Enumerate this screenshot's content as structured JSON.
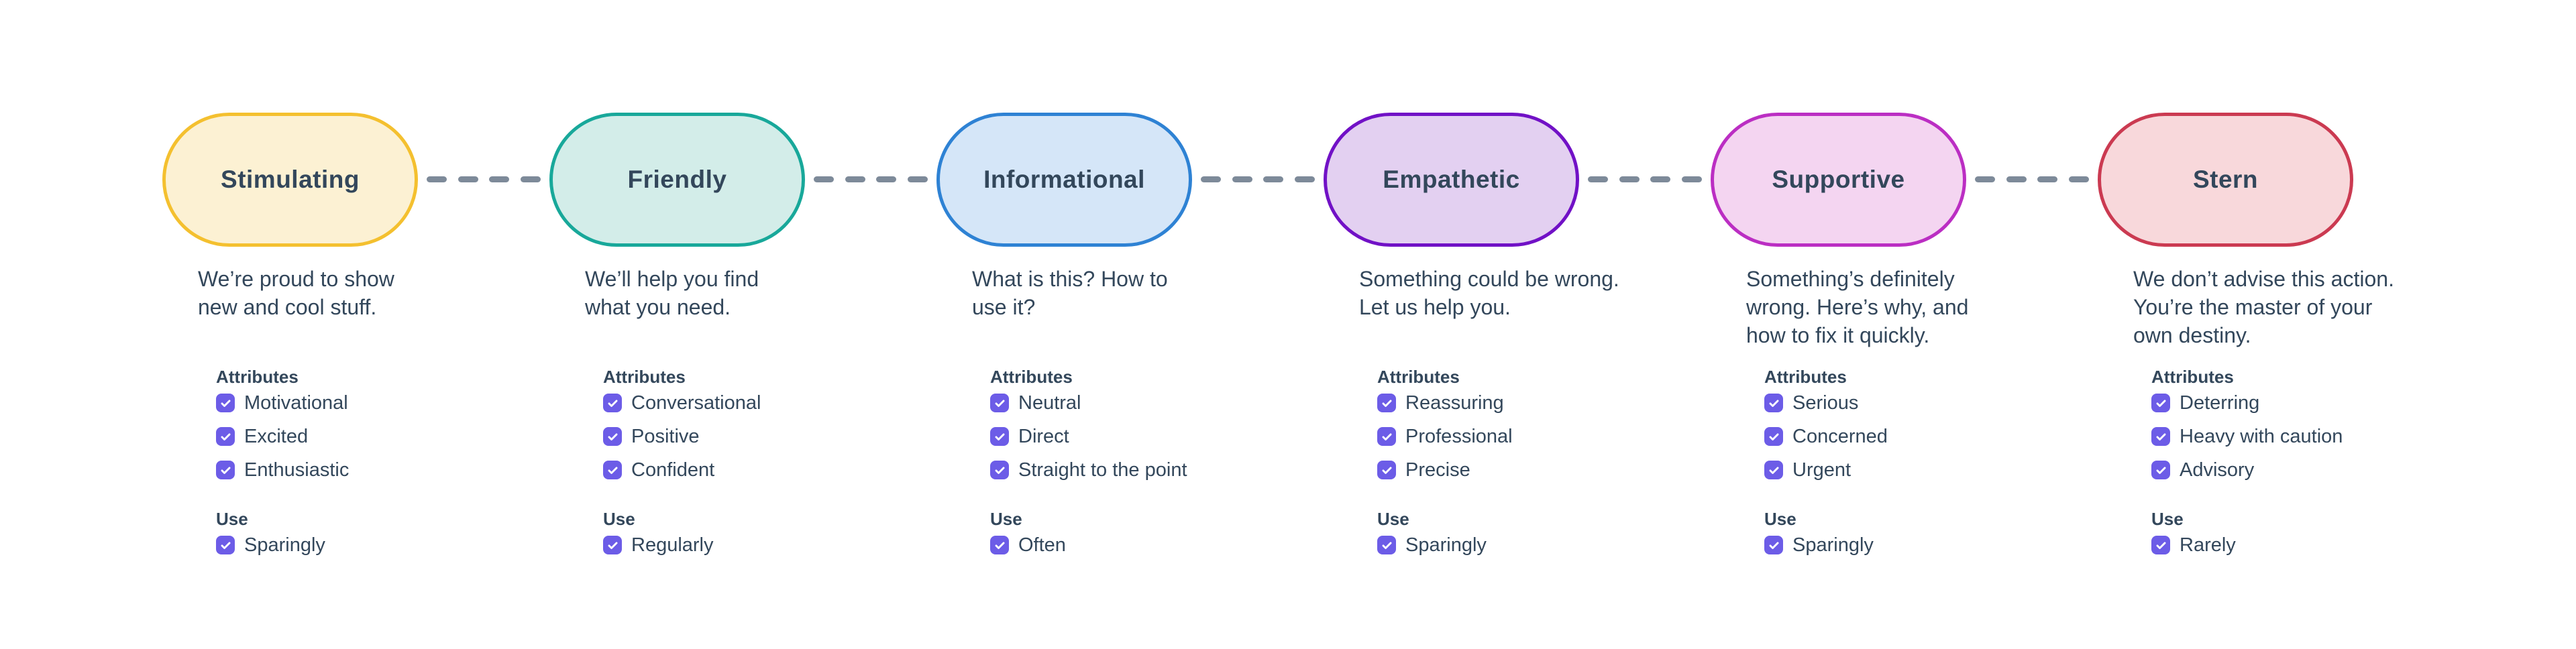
{
  "page": {
    "background": "#FFFFFF"
  },
  "labels": {
    "attributes": "Attributes",
    "use": "Use"
  },
  "connector": {
    "color": "#7D8A99",
    "style": "dashed"
  },
  "checkbox": {
    "color": "#6C5CE7",
    "checked": true
  },
  "tones": [
    {
      "label": "Stimulating",
      "border_color": "#F4C02F",
      "fill_color": "#FCF1D3",
      "description": "We’re proud to show\nnew and cool stuff.",
      "attributes": [
        "Motivational",
        "Excited",
        "Enthusiastic"
      ],
      "use": [
        "Sparingly"
      ]
    },
    {
      "label": "Friendly",
      "border_color": "#18A89A",
      "fill_color": "#D3EDE9",
      "description": "We’ll help you find\nwhat you need.",
      "attributes": [
        "Conversational",
        "Positive",
        "Confident"
      ],
      "use": [
        "Regularly"
      ]
    },
    {
      "label": "Informational",
      "border_color": "#2E82D4",
      "fill_color": "#D5E6F8",
      "description": "What is this? How to\nuse it?",
      "attributes": [
        "Neutral",
        "Direct",
        "Straight to the point"
      ],
      "use": [
        "Often"
      ]
    },
    {
      "label": "Empathetic",
      "border_color": "#7111C6",
      "fill_color": "#E3D0F1",
      "description": "Something could be wrong.\nLet us help you.",
      "attributes": [
        "Reassuring",
        "Professional",
        "Precise"
      ],
      "use": [
        "Sparingly"
      ]
    },
    {
      "label": "Supportive",
      "border_color": "#BB2EC3",
      "fill_color": "#F4D5F1",
      "description": "Something’s definitely\nwrong. Here’s why, and\nhow to fix it quickly.",
      "attributes": [
        "Serious",
        "Concerned",
        "Urgent"
      ],
      "use": [
        "Sparingly"
      ]
    },
    {
      "label": "Stern",
      "border_color": "#CB3A51",
      "fill_color": "#F8D8DB",
      "description": "We don’t advise this action.\nYou’re the master of your\nown destiny.",
      "attributes": [
        "Deterring",
        "Heavy with caution",
        "Advisory"
      ],
      "use": [
        "Rarely"
      ]
    }
  ]
}
